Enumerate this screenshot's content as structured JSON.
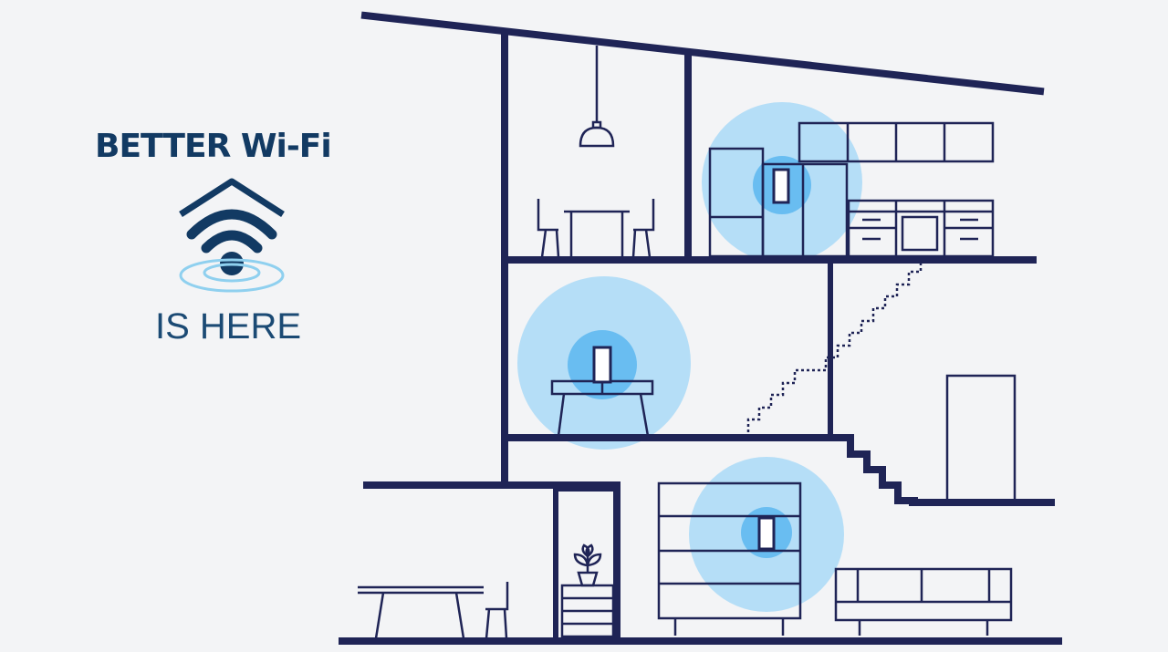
{
  "headline": {
    "title": "BETTER Wi-Fi",
    "subtitle": "IS HERE"
  },
  "icons": [
    "house-wifi-icon",
    "pendant-lamp-icon",
    "potted-plant-icon",
    "mesh-router-icon"
  ],
  "colors": {
    "background": "#f3f4f6",
    "line": "#1f2456",
    "brand_text": "#123a63",
    "signal_light": "#a9d9f7",
    "signal_dark": "#5cb7f0",
    "router": "#ffffff"
  },
  "routers": [
    {
      "name": "kitchen-router",
      "floor": "upper"
    },
    {
      "name": "living-room-router",
      "floor": "middle"
    },
    {
      "name": "ground-floor-router",
      "floor": "ground"
    }
  ]
}
